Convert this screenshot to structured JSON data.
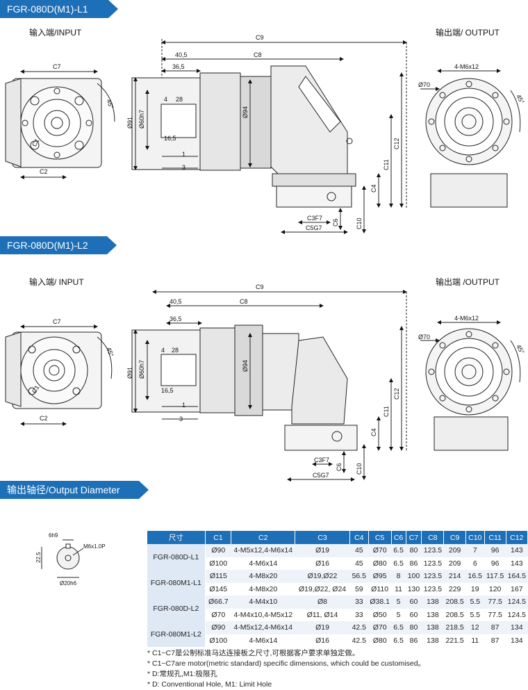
{
  "sections": {
    "l1_title": "FGR-080D(M1)-L1",
    "l2_title": "FGR-080D(M1)-L2",
    "output_title": "输出轴径/Output Diameter"
  },
  "views": {
    "input_l1": "输入端/INPUT",
    "output_l1": "输出端/ OUTPUT",
    "input_l2": "输入端/ INPUT",
    "output_l2": "输出端 /OUTPUT"
  },
  "dimension_labels": {
    "c1": "C1",
    "c2": "C2",
    "c3": "C3F7",
    "c4": "C4",
    "c5": "C5G7",
    "c6": "C6",
    "c7": "C7",
    "c8": "C8",
    "c9": "C9",
    "c10": "C10",
    "c11": "C11",
    "c12": "C12",
    "d40_5": "40,5",
    "d36_5": "36,5",
    "d28": "28",
    "d4": "4",
    "d16_5": "16,5",
    "d1": "1",
    "d3": "3",
    "d91": "Ø91",
    "d60": "Ø60h7",
    "d94": "Ø94",
    "d70": "Ø70",
    "holes": "4-M6x12",
    "a45": "45°"
  },
  "shaft": {
    "key": "6h9",
    "height": "22.5",
    "thread": "M6x1.0P",
    "dia": "Ø20h6"
  },
  "table": {
    "headers": [
      "尺寸",
      "C1",
      "C2",
      "C3",
      "C4",
      "C5",
      "C6",
      "C7",
      "C8",
      "C9",
      "C10",
      "C11",
      "C12"
    ],
    "groups": [
      {
        "model": "FGR-080D-L1",
        "rows": [
          [
            "Ø90",
            "4-M5x12,4-M6x14",
            "Ø19",
            "45",
            "Ø70",
            "6.5",
            "80",
            "123.5",
            "209",
            "7",
            "96",
            "143"
          ],
          [
            "Ø100",
            "4-M6x14",
            "Ø16",
            "45",
            "Ø80",
            "6.5",
            "86",
            "123.5",
            "209",
            "6",
            "96",
            "143"
          ]
        ]
      },
      {
        "model": "FGR-080M1-L1",
        "rows": [
          [
            "Ø115",
            "4-M8x20",
            "Ø19,Ø22",
            "56.5",
            "Ø95",
            "8",
            "100",
            "123.5",
            "214",
            "16.5",
            "117.5",
            "164.5"
          ],
          [
            "Ø145",
            "4-M8x20",
            "Ø19,Ø22, Ø24",
            "59",
            "Ø110",
            "11",
            "130",
            "123.5",
            "229",
            "19",
            "120",
            "167"
          ]
        ]
      },
      {
        "model": "FGR-080D-L2",
        "rows": [
          [
            "Ø66.7",
            "4-M4x10",
            "Ø8",
            "33",
            "Ø38.1",
            "5",
            "60",
            "138",
            "208.5",
            "5.5",
            "77.5",
            "124.5"
          ],
          [
            "Ø70",
            "4-M4x10,4-M5x12",
            "Ø11, Ø14",
            "33",
            "Ø50",
            "5",
            "60",
            "138",
            "208.5",
            "5.5",
            "77.5",
            "124.5"
          ]
        ]
      },
      {
        "model": "FGR-080M1-L2",
        "rows": [
          [
            "Ø90",
            "4-M5x12,4-M6x14",
            "Ø19",
            "42.5",
            "Ø70",
            "6.5",
            "80",
            "138",
            "218.5",
            "12",
            "87",
            "134"
          ],
          [
            "Ø100",
            "4-M6x14",
            "Ø16",
            "42.5",
            "Ø80",
            "6.5",
            "86",
            "138",
            "221.5",
            "11",
            "87",
            "134"
          ]
        ]
      }
    ]
  },
  "notes": [
    "* C1~C7是公制标准马达连接板之尺寸,可根据客户要求单独定做。",
    "* C1~C7are motor(metric standard)  specific dimensions, which could be customised。",
    "* D:常规孔,M1:极限孔",
    "* D: Conventional Hole, M1: Limit Hole"
  ]
}
